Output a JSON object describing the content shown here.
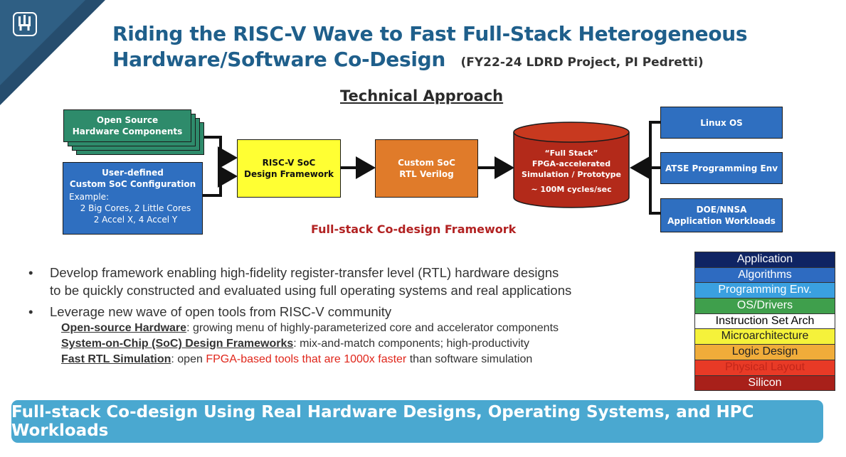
{
  "colors": {
    "title": "#1f5f8b",
    "accent_red": "#b22222",
    "banner": "#4aa8d0"
  },
  "logo": {
    "icon": "sandia-thunderbird-icon"
  },
  "title": {
    "line1": "Riding the RISC-V Wave to Fast Full-Stack Heterogeneous",
    "line2": "Hardware/Software Co-Design",
    "subtitle": "(FY22-24 LDRD Project, PI Pedretti)"
  },
  "approach_heading": "Technical Approach",
  "diagram": {
    "open_source": {
      "line1": "Open Source",
      "line2": "Hardware Components"
    },
    "user_defined": {
      "line1": "User-defined",
      "line2": "Custom SoC Configuration",
      "example_label": "Example:",
      "example_line1": "2 Big Cores, 2 Little Cores",
      "example_line2": "2 Accel X, 4 Accel Y"
    },
    "riscv": {
      "line1": "RISC-V SoC",
      "line2": "Design Framework"
    },
    "custom": {
      "line1": "Custom SoC",
      "line2": "RTL Verilog"
    },
    "fullstack": {
      "line1": "“Full Stack”",
      "line2": "FPGA-accelerated",
      "line3": "Simulation / Prototype",
      "line4": "~ 100M cycles/sec"
    },
    "linux": "Linux OS",
    "atse": "ATSE Programming Env",
    "doe": {
      "line1": "DOE/NNSA",
      "line2": "Application Workloads"
    },
    "framework_label": "Full-stack Co-design Framework"
  },
  "bullets": {
    "b1_line1": "Develop framework enabling high-fidelity register-transfer level (RTL) hardware designs",
    "b1_line2": "to be quickly constructed and evaluated using full operating systems and real applications",
    "b2": "Leverage new wave of open tools from RISC-V community",
    "s1_head": "Open-source Hardware",
    "s1_rest": ": growing menu of highly-parameterized core and accelerator components",
    "s2_head": "System-on-Chip (SoC) Design Frameworks",
    "s2_rest": ": mix-and-match components; high-productivity",
    "s3_head": "Fast RTL Simulation",
    "s3_mid": ": open ",
    "s3_red": "FPGA-based tools that are 1000x faster",
    "s3_rest": " than software simulation"
  },
  "stack_layers": [
    {
      "label": "Application",
      "bg": "#0f2463",
      "fg": "#ffffff"
    },
    {
      "label": "Algorithms",
      "bg": "#2e6bc1",
      "fg": "#ffffff"
    },
    {
      "label": "Programming Env.",
      "bg": "#3aa0e0",
      "fg": "#ffffff"
    },
    {
      "label": "OS/Drivers",
      "bg": "#3f9f4c",
      "fg": "#ffffff"
    },
    {
      "label": "Instruction Set Arch",
      "bg": "#ffffff",
      "fg": "#000000"
    },
    {
      "label": "Microarchitecture",
      "bg": "#f5f23a",
      "fg": "#222222"
    },
    {
      "label": "Logic Design",
      "bg": "#f0ac3a",
      "fg": "#222222"
    },
    {
      "label": "Physical Layout",
      "bg": "#e83a26",
      "fg": "#c2261a"
    },
    {
      "label": "Silicon",
      "bg": "#a8201a",
      "fg": "#ffffff"
    }
  ],
  "banner": "Full-stack Co-design Using Real Hardware Designs, Operating Systems, and HPC Workloads"
}
